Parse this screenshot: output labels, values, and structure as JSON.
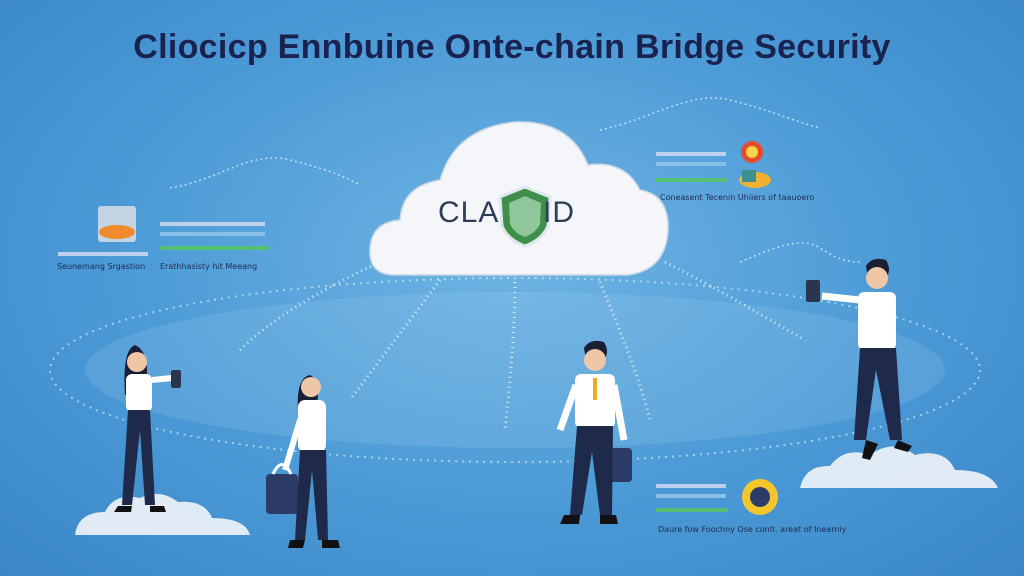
{
  "title": "Cliocicp Ennbuine Onte-chain Bridge Security",
  "cloud": {
    "label_left": "CLA",
    "label_right": "ID"
  },
  "panels": {
    "left": {
      "caption_a": "Seunemang Srgastion",
      "caption_b": "Erathhasisty hit Meeang"
    },
    "top_right": {
      "caption": "Coneasent Tecenin Uhiiers of taauoero"
    },
    "bottom_right": {
      "caption": "Daure fow Foochny Ose conlt. areat of Inearniy"
    }
  },
  "icons": [
    "shield-icon",
    "lock-icon",
    "cloud-icon",
    "phone-icon",
    "badge-icon"
  ],
  "colors": {
    "title": "#1a2350",
    "background": "#4b9ad6",
    "cloud": "#f4f6f9",
    "shield": "#3f8f4a"
  }
}
